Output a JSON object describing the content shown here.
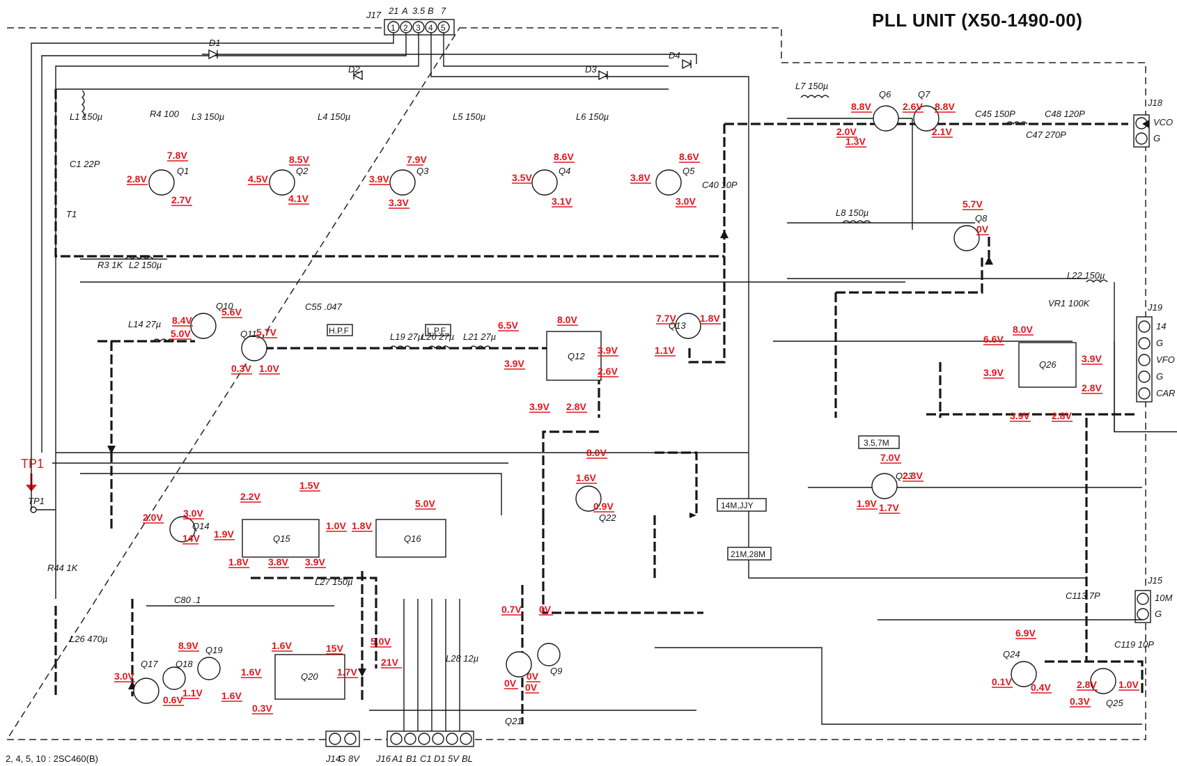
{
  "title": "PLL UNIT (X50-1490-00)",
  "footnote": "2, 4, 5, 10   : 2SC460(B)",
  "test_point": {
    "label": "TP1",
    "pin": "TP1"
  },
  "connectors": [
    {
      "ref": "J17",
      "pins": [
        "1",
        "2",
        "3",
        "4",
        "5"
      ],
      "signals": [
        "21",
        "A",
        "3.5",
        "B",
        "7"
      ]
    },
    {
      "ref": "J18",
      "pins": [
        "1",
        "2"
      ],
      "signals": [
        "VCO",
        "G"
      ]
    },
    {
      "ref": "J19",
      "pins": [
        "1",
        "2",
        "3",
        "4",
        "5"
      ],
      "signals": [
        "14",
        "G",
        "VFO",
        "G",
        "CAR"
      ]
    },
    {
      "ref": "J15",
      "pins": [
        "1",
        "2"
      ],
      "signals": [
        "10M",
        "G"
      ]
    },
    {
      "ref": "J14",
      "pins": [
        "1",
        "2"
      ],
      "signals": [
        "G",
        "8V"
      ]
    },
    {
      "ref": "J16",
      "pins": [
        "1",
        "2",
        "3",
        "4",
        "5",
        "6"
      ],
      "signals": [
        "A1",
        "B1",
        "C1",
        "D1",
        "5V",
        "BL"
      ]
    }
  ],
  "boxes": [
    {
      "label": "H.P.F"
    },
    {
      "label": "L.P.F"
    },
    {
      "label": "3.5,7M"
    },
    {
      "label": "14M,JJY"
    },
    {
      "label": "21M,28M"
    }
  ],
  "transistors": [
    "Q1",
    "Q2",
    "Q3",
    "Q4",
    "Q5",
    "Q6",
    "Q7",
    "Q8",
    "Q9",
    "Q10",
    "Q11",
    "Q13",
    "Q14",
    "Q17",
    "Q18",
    "Q19",
    "Q21",
    "Q22",
    "Q23",
    "Q24",
    "Q25"
  ],
  "ics": [
    "Q12",
    "Q15",
    "Q16",
    "Q20",
    "Q26"
  ],
  "components": [
    "L1 150µ",
    "C1 22P",
    "T1",
    "R3 1K",
    "L2 150µ",
    "R4 100",
    "L3 150µ",
    "L4 150µ",
    "L5 150µ",
    "L6 150µ",
    "L7 150µ",
    "L8 150µ",
    "C40 10P",
    "C45 150P",
    "C47 270P",
    "C48 120P",
    "L14 27µ",
    "L19 27µ",
    "L20 27µ",
    "L21 27µ",
    "L22 150µ",
    "C55 .047",
    "VR1 100K",
    "R44 1K",
    "L26 470µ",
    "C80 .1",
    "L27 150µ",
    "L28 12µ",
    "C113 7P",
    "C119 10P",
    "D1",
    "D2",
    "D3",
    "D4"
  ],
  "voltages": [
    "7.8V",
    "2.8V",
    "2.7V",
    "8.5V",
    "4.5V",
    "4.1V",
    "7.9V",
    "3.9V",
    "3.3V",
    "8.6V",
    "3.5V",
    "3.1V",
    "8.6V",
    "3.8V",
    "3.0V",
    "8.8V",
    "2.6V",
    "8.8V",
    "2.0V",
    "1.3V",
    "2.1V",
    "5.7V",
    "0V",
    "8.4V",
    "5.0V",
    "5.7V",
    "5.6V",
    "0.3V",
    "1.0V",
    "6.5V",
    "3.9V",
    "8.0V",
    "3.9V",
    "2.6V",
    "3.9V",
    "2.8V",
    "7.7V",
    "1.8V",
    "1.1V",
    "8.0V",
    "6.6V",
    "3.9V",
    "3.9V",
    "2.8V",
    "3.9V",
    "2.8V",
    "2.2V",
    "1.5V",
    "5.0V",
    "2.0V",
    "3.0V",
    "14V",
    "1.9V",
    "1.0V",
    "1.8V",
    "1.8V",
    "3.8V",
    "3.9V",
    "8.0V",
    "1.6V",
    "0.9V",
    "7.0V",
    "2.3V",
    "1.9V",
    "1.7V",
    "8.9V",
    "3.0V",
    "0.6V",
    "1.1V",
    "1.6V",
    "1.6V",
    "1.6V",
    "0.3V",
    "15V",
    "1.7V",
    "5.0V",
    "21V",
    "0.7V",
    "0V",
    "0V",
    "0V",
    "0V",
    "6.9V",
    "0.1V",
    "0.4V",
    "2.8V",
    "0.3V",
    "1.0V"
  ]
}
